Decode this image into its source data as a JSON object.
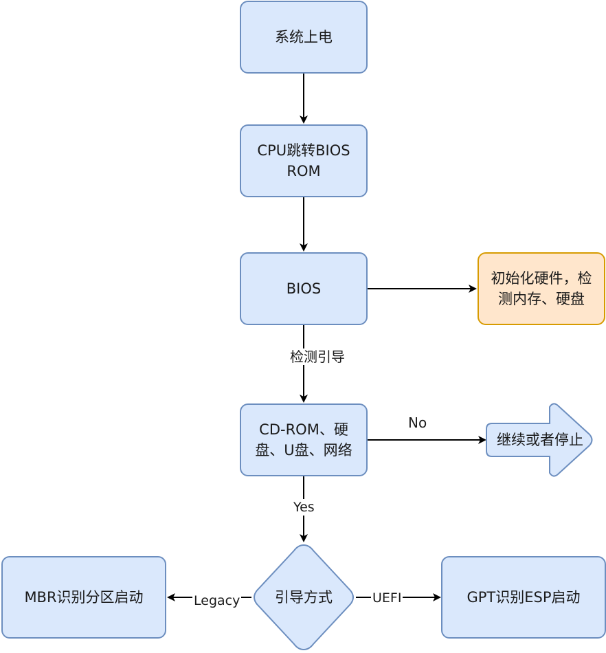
{
  "nodes": {
    "power_on": "系统上电",
    "cpu_jump": "CPU跳转BIOS\nROM",
    "bios": "BIOS",
    "init_hw": "初始化硬件，检\n测内存、硬盘",
    "boot_devices": "CD-ROM、硬\n盘、U盘、网络",
    "continue_or_stop": "继续或者停止",
    "boot_mode": "引导方式",
    "mbr": "MBR识别分区启动",
    "gpt": "GPT识别ESP启动"
  },
  "edges": {
    "detect_boot": "检测引导",
    "no": "No",
    "yes": "Yes",
    "legacy": "Legacy",
    "uefi": "UEFI"
  },
  "colors": {
    "blue_fill": "#dae8fc",
    "blue_stroke": "#6c8ebf",
    "orange_fill": "#ffe6cc",
    "orange_stroke": "#d79b00",
    "edge": "#000000"
  }
}
